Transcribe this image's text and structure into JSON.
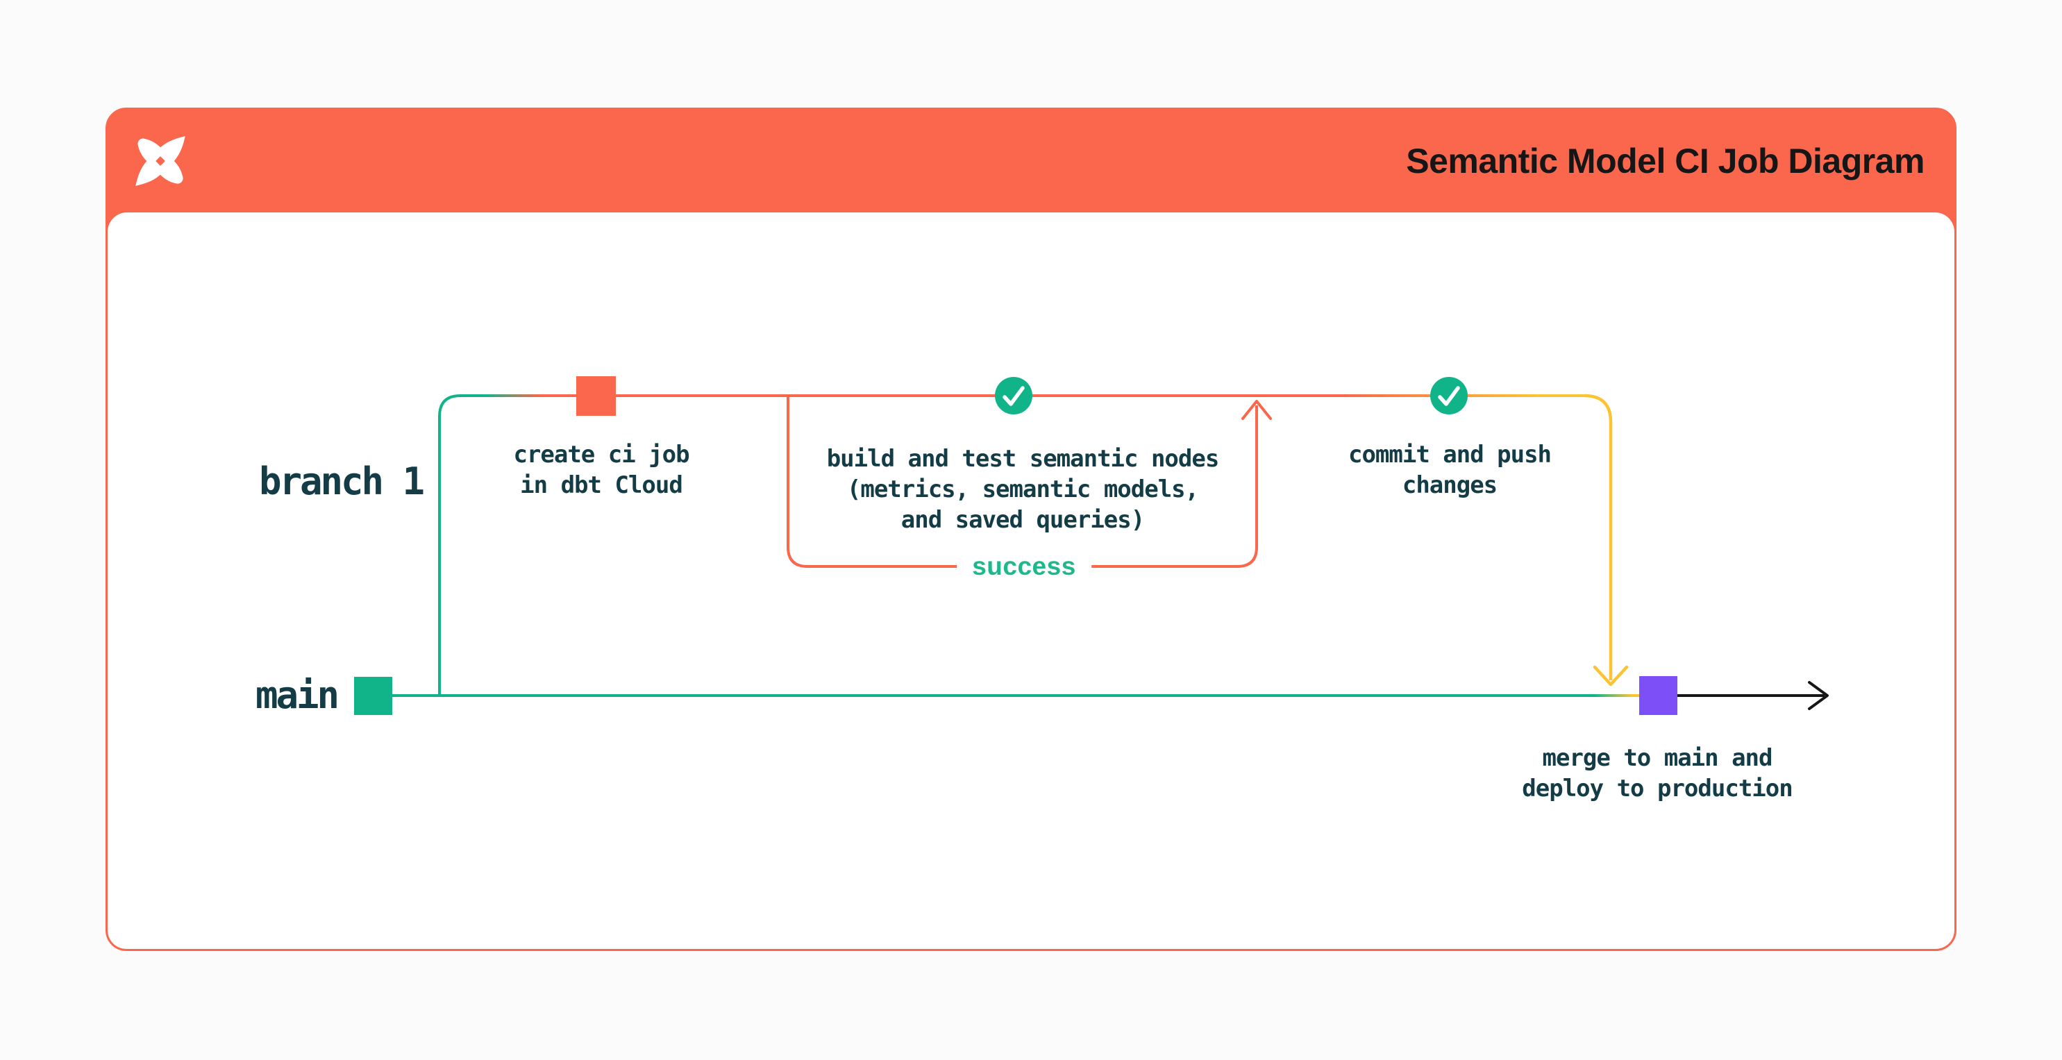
{
  "window": {
    "background": "#FBFBFB"
  },
  "header": {
    "title": "Semantic Model CI Job Diagram",
    "logo_icon": "dbt-logo"
  },
  "colors": {
    "orange": "#FA674C",
    "green": "#11B489",
    "success_green": "#1FB88C",
    "yellow": "#FCC432",
    "purple": "#7D50F7",
    "ink": "#143C46",
    "title_ink": "#161616",
    "black": "#161616",
    "white": "#FFFFFF"
  },
  "diagram": {
    "branch_label": "branch 1",
    "main_label": "main",
    "success_label": "success",
    "steps": [
      {
        "id": "create-ci-job",
        "label": "create ci job\nin dbt Cloud",
        "marker": "commit-square-orange"
      },
      {
        "id": "build-test-semantic-nodes",
        "label": "build and test semantic nodes\n(metrics, semantic models,\nand saved queries)",
        "marker": "check-circle-green"
      },
      {
        "id": "commit-push-changes",
        "label": "commit and push\nchanges",
        "marker": "check-circle-green"
      },
      {
        "id": "merge-deploy",
        "label": "merge to main and\ndeploy to production",
        "marker": "commit-square-purple"
      }
    ]
  }
}
